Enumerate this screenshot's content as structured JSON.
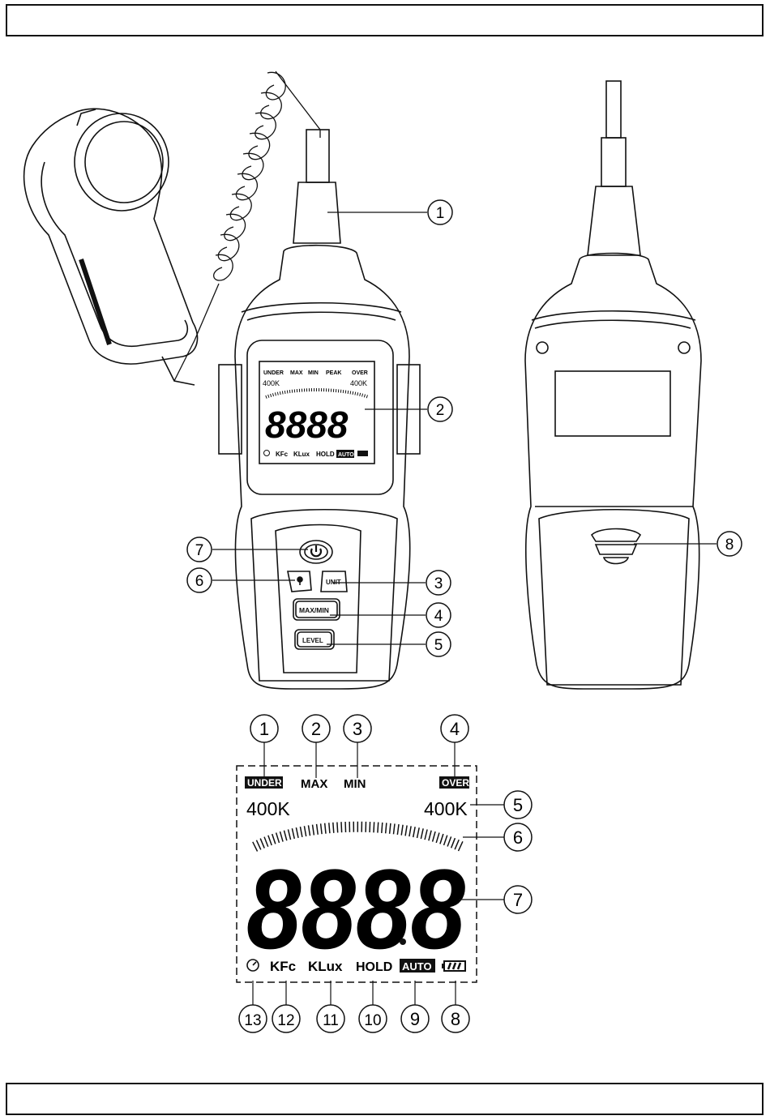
{
  "front_meter": {
    "lcd": {
      "indicators_top": [
        "UNDER",
        "MAX",
        "MIN",
        "PEAK",
        "OVER"
      ],
      "range_left": "400K",
      "range_right": "400K",
      "digits": "8888",
      "units_row": [
        "KFc",
        "KLux",
        "HOLD",
        "AUTO"
      ]
    },
    "buttons": {
      "unit": "UNIT",
      "maxmin": "MAX/MIN",
      "level": "LEVEL"
    },
    "callouts": [
      "1",
      "2",
      "7",
      "6",
      "3",
      "4",
      "5"
    ]
  },
  "back_meter": {
    "callouts": [
      "8"
    ]
  },
  "lcd_detail": {
    "top_labels": {
      "under": "UNDER",
      "max": "MAX",
      "min": "MIN",
      "over": "OVER"
    },
    "range_left": "400K",
    "range_right": "400K",
    "digits": "8888",
    "bottom_labels": {
      "kfc": "KFc",
      "klux": "KLux",
      "hold": "HOLD",
      "auto": "AUTO"
    },
    "callouts_top": [
      "1",
      "2",
      "3",
      "4"
    ],
    "callouts_right": [
      "5",
      "6",
      "7"
    ],
    "callouts_bottom": [
      "13",
      "12",
      "11",
      "10",
      "9",
      "8"
    ]
  },
  "icons": [
    "power-icon",
    "backlight-icon",
    "battery-icon",
    "auto-off-icon"
  ]
}
